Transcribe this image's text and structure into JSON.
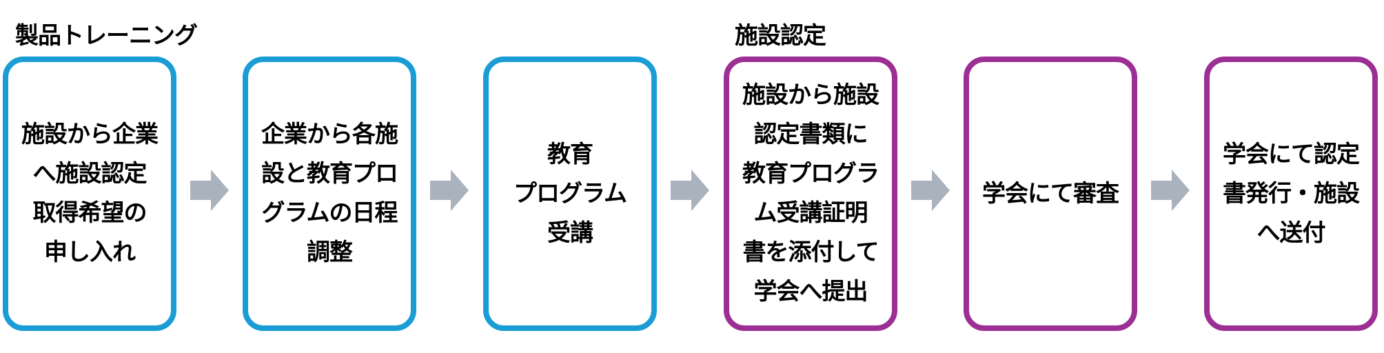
{
  "sections": [
    {
      "title": "製品トレーニング"
    },
    {
      "title": "施設認定"
    }
  ],
  "steps": [
    {
      "lines": [
        "施設から企業",
        "へ施設認定",
        "取得希望の",
        "申し入れ"
      ]
    },
    {
      "lines": [
        "企業から各施",
        "設と教育プロ",
        "グラムの日程",
        "調整"
      ]
    },
    {
      "lines": [
        "教育",
        "プログラム",
        "受講"
      ]
    },
    {
      "lines": [
        "施設から施設",
        "認定書類に",
        "教育プログラ",
        "ム受講証明",
        "書を添付して",
        "学会へ提出"
      ]
    },
    {
      "lines": [
        "学会にて審査"
      ]
    },
    {
      "lines": [
        "学会にて認定",
        "書発行・施設",
        "へ送付"
      ]
    }
  ],
  "colors": {
    "training": "#1a9dd4",
    "certification": "#9b2f94",
    "arrow": "#a9b3bd"
  }
}
